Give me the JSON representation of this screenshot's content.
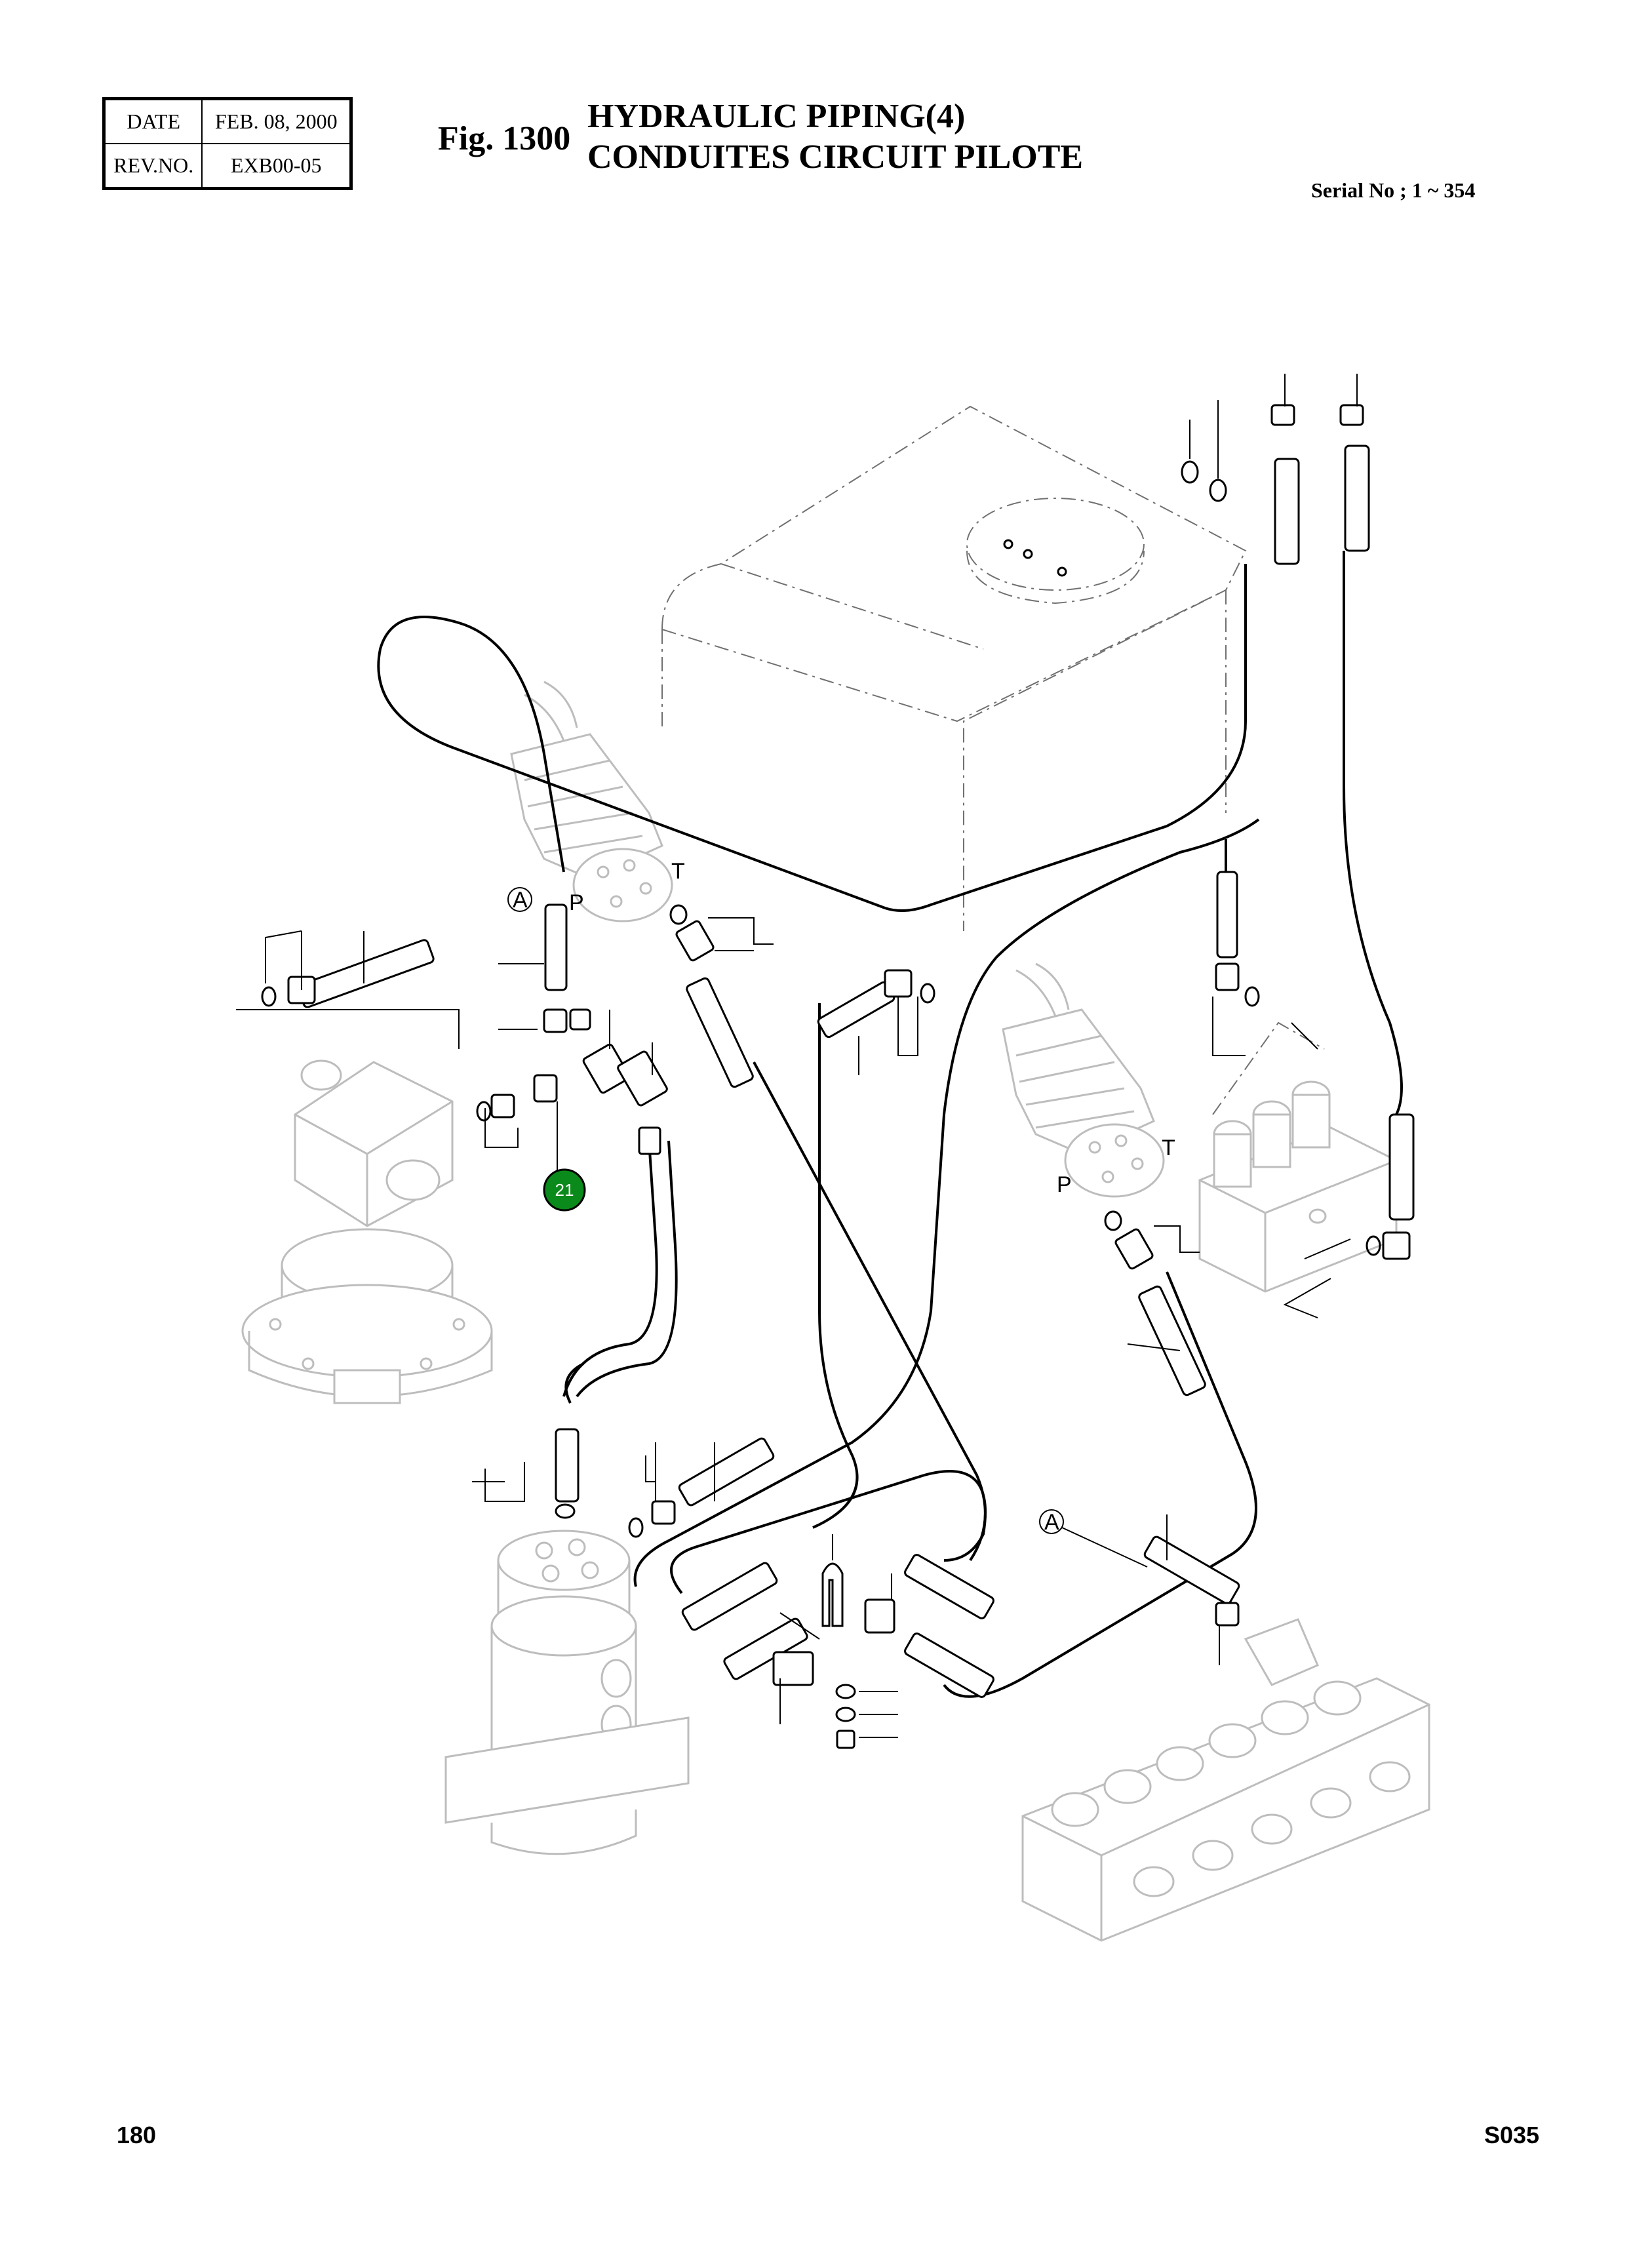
{
  "header": {
    "date_label": "DATE",
    "date_value": "FEB. 08, 2000",
    "rev_label": "REV.NO.",
    "rev_value": "EXB00-05"
  },
  "figure": {
    "number": "Fig. 1300",
    "title_line1": "HYDRAULIC PIPING(4)",
    "title_line2": "CONDUITES CIRCUIT PILOTE",
    "serial": "Serial No ; 1 ~ 354"
  },
  "ports": {
    "a_left": "A",
    "a_lower": "A",
    "p_left": "P",
    "t_left": "T",
    "p_right": "P",
    "t_right": "T"
  },
  "callouts": [
    {
      "number": "21",
      "color": "#0a8a1a"
    }
  ],
  "footer": {
    "page_number": "180",
    "doc_code": "S035"
  }
}
